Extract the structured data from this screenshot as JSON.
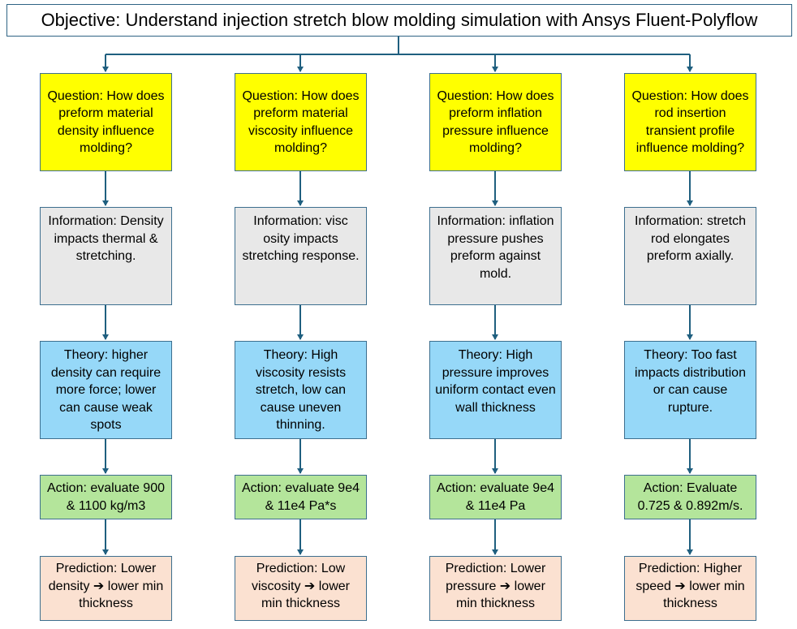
{
  "objective": "Objective: Understand injection stretch blow molding simulation with Ansys Fluent-Polyflow",
  "columns": [
    {
      "question": "Question: How does preform material density influence molding?",
      "information": "Information: Density impacts thermal & stretching.",
      "theory": "Theory: higher density can require more force; lower can cause weak spots",
      "action": "Action: evaluate 900 & 1100 kg/m3",
      "prediction": "Prediction: Lower density ➔ lower min thickness"
    },
    {
      "question": "Question: How does preform material viscosity influence molding?",
      "information": "Information:  visc osity impacts stretching response.",
      "theory": "Theory: High viscosity resists stretch, low can cause uneven thinning.",
      "action": "Action: evaluate 9e4 & 11e4 Pa*s",
      "prediction": "Prediction: Low viscosity ➔ lower min thickness"
    },
    {
      "question": "Question: How does preform inflation pressure influence molding?",
      "information": "Information: inflation pressure pushes preform against mold.",
      "theory": "Theory:  High pressure improves uniform contact  even wall thickness",
      "action": "Action: evaluate 9e4 & 11e4 Pa",
      "prediction": "Prediction: Lower pressure ➔ lower min thickness"
    },
    {
      "question": "Question: How does rod insertion transient profile influence molding?",
      "information": "Information: stretch rod elongates preform axially.",
      "theory": "Theory: Too fast impacts distribution or can cause rupture.",
      "action": "Action: Evaluate 0.725 & 0.892m/s.",
      "prediction": "Prediction: Higher speed ➔ lower min thickness"
    }
  ],
  "colors": {
    "question": "#ffff00",
    "information": "#e8e8e8",
    "theory": "#96d8f8",
    "action": "#b4e59b",
    "prediction": "#fbe1d1",
    "connector": "#1f5f7f"
  }
}
